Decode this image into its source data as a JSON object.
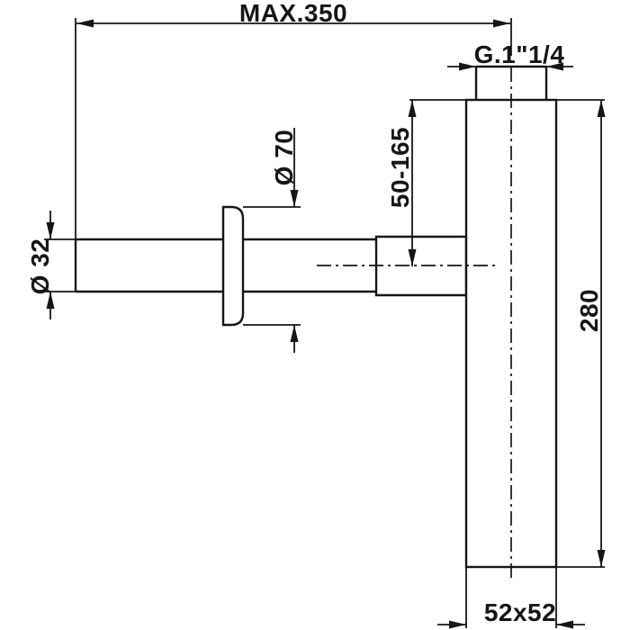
{
  "drawing": {
    "description": "bottle-trap siphon technical dimension drawing",
    "colors": {
      "line": "#161616",
      "background": "#ffffff"
    },
    "labels": {
      "max_overall_length": "MAX.350",
      "inlet_thread": "G.1\"1/4",
      "flange_diameter": "Ø 70",
      "adjustable_height_range": "50-165",
      "pipe_diameter": "Ø 32",
      "body_height": "280",
      "body_base": "52x52"
    }
  }
}
